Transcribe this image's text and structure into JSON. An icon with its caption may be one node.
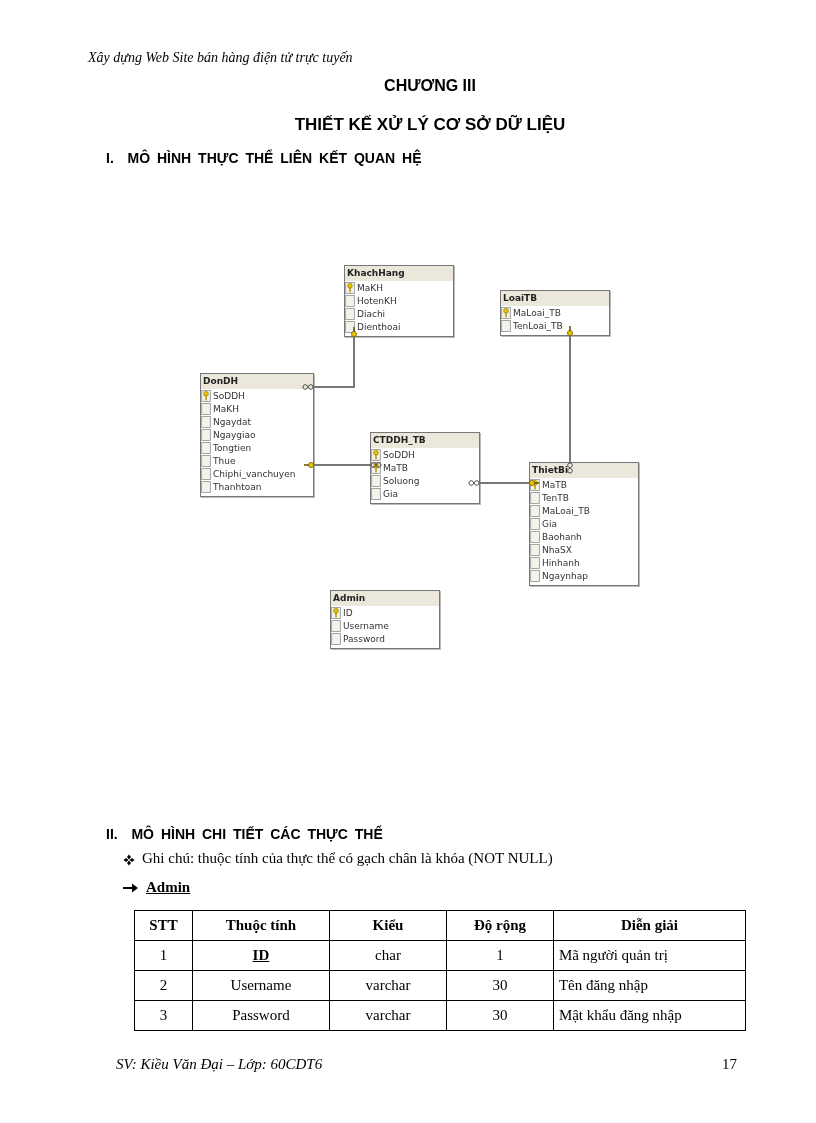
{
  "diagram": {
    "nodes": [
      {
        "text": [
          "KhachHang",
          "MaKH",
          "HotenKH",
          "Diachi",
          "Dienthoai"
        ]
      },
      {
        "text": [
          "LoaiTB",
          "MaLoai_TB",
          "TenLoai_TB"
        ]
      },
      {
        "text": [
          "DonDH",
          "SoDDH",
          "MaKH",
          "Ngaydat",
          "Ngaygiao",
          "Tongtien",
          "Thue",
          "Chiphi_vanchuyen",
          "Thanhtoan"
        ]
      },
      {
        "text": [
          "CTDDH_TB",
          "SoDDH",
          "MaTB",
          "Soluong",
          "Gia"
        ]
      },
      {
        "text": [
          "ThietBi",
          "MaTB",
          "TenTB",
          "MaLoai_TB",
          "Gia",
          "Baohanh",
          "NhaSX",
          "Hinhanh",
          "Ngaynhap"
        ]
      },
      {
        "text": [
          "Admin",
          "ID",
          "Username",
          "Password"
        ]
      }
    ],
    "edges": [
      {
        "from": 2,
        "to": 0,
        "arrow": "other"
      },
      {
        "from": 3,
        "to": 2,
        "arrow": "other"
      },
      {
        "from": 3,
        "to": 4,
        "arrow": "other"
      },
      {
        "from": 4,
        "to": 1,
        "arrow": "other"
      }
    ],
    "labels": [
      "Xây dựng Web Site bán hàng điện tử trực tuyến",
      "CHƯƠNG III",
      "THIẾT KẾ XỬ LÝ CƠ SỞ DỮ LIỆU",
      "I.  MÔ HÌNH THỰC THỂ LIÊN KẾT QUAN HỆ",
      "II.  MÔ HÌNH CHI TIẾT CÁC THỰC THỂ",
      "Ghi chú: thuộc tính của thực thể có gạch chân là khóa (NOT NULL)",
      "Admin",
      "STT",
      "Thuộc tính",
      "Kiểu",
      "Độ rộng",
      "Diễn giải",
      "1",
      "ID",
      "char",
      "1",
      "Mã người quản trị",
      "2",
      "Username",
      "varchar",
      "30",
      "Tên đăng nhập",
      "3",
      "Password",
      "varchar",
      "30",
      "Mật khẩu đăng nhập",
      "SV: Kiều Văn Đại – Lớp: 60CDT6",
      "17"
    ]
  }
}
